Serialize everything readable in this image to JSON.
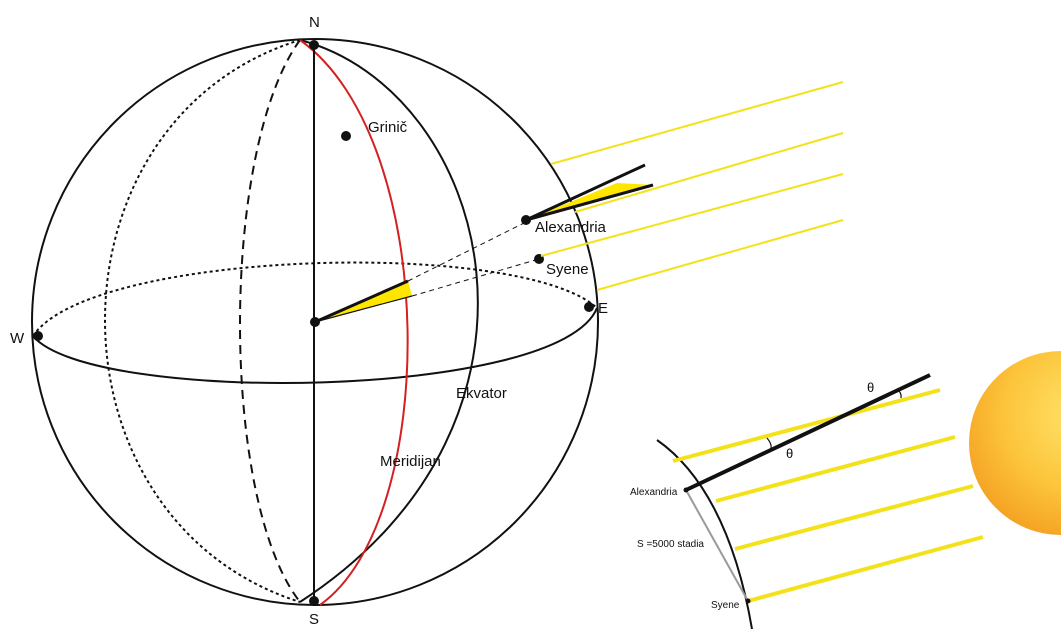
{
  "labels": {
    "north": "N",
    "south": "S",
    "west": "W",
    "east": "E",
    "greenwich": "Grinič",
    "alexandria": "Alexandria",
    "syene": "Syene",
    "equator": "Ekvator",
    "meridian": "Meridijan"
  },
  "inset": {
    "alexandria": "Alexandria",
    "syene": "Syene",
    "distance": "S =5000 stadia",
    "theta_top": "θ",
    "theta_mid": "θ"
  },
  "colors": {
    "outline": "#111111",
    "meridian": "#d42020",
    "sun_rays": "#f3e21a",
    "angle_fill": "#ffe600",
    "sun_inner": "#ffe36a",
    "sun_outer": "#f39a1e",
    "arc_gray": "#9a9a9a"
  }
}
